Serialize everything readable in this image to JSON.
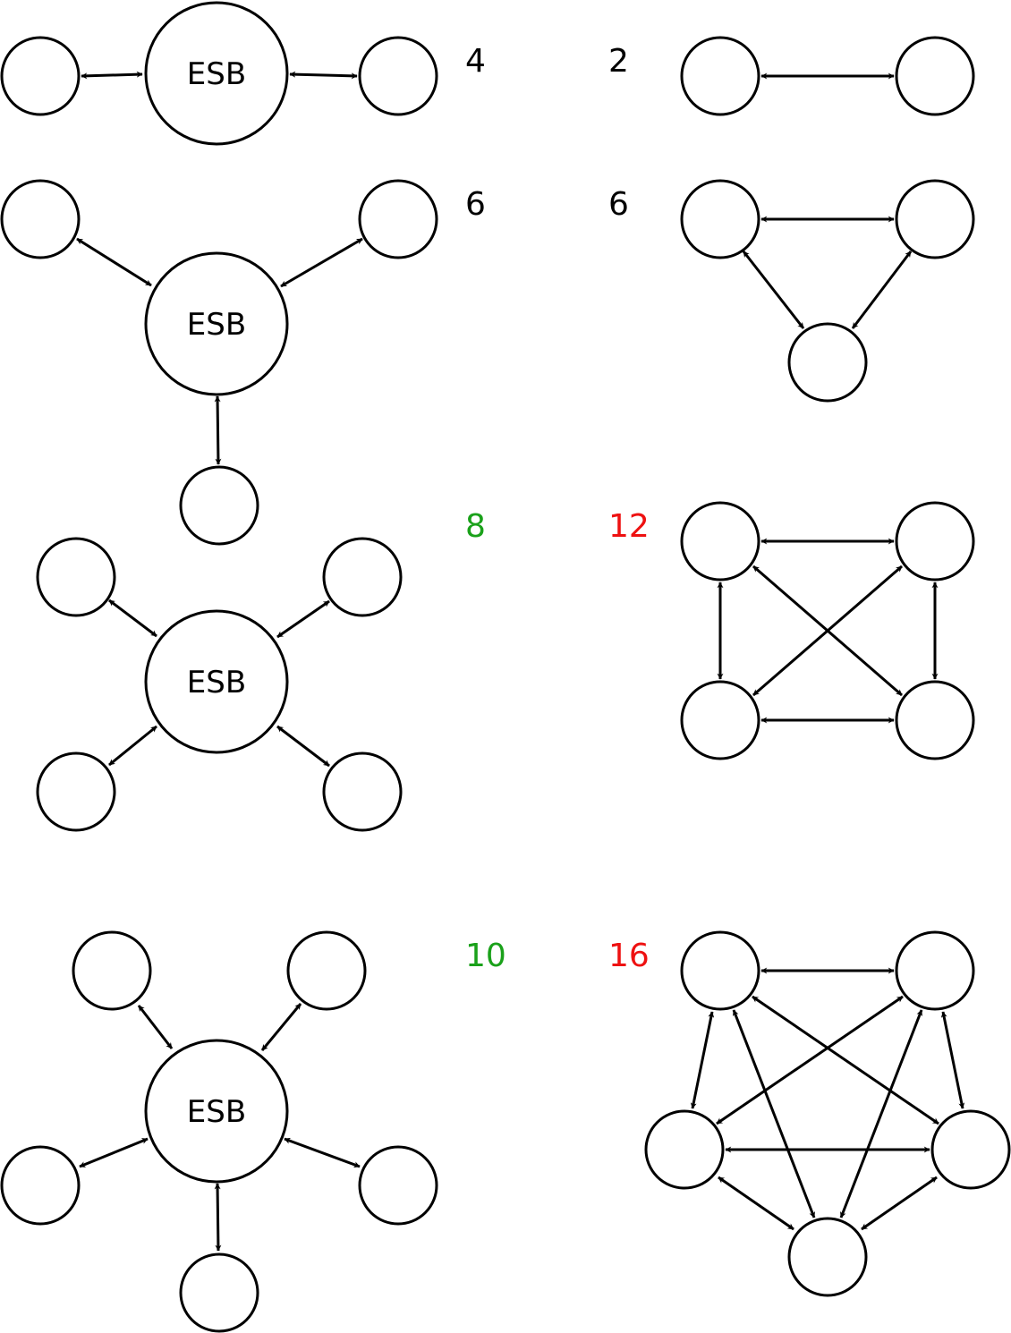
{
  "colors": {
    "neutral": "#000000",
    "good": "#1aa11a",
    "bad": "#ee1111"
  },
  "rows": [
    {
      "esb": {
        "hub_label": "ESB",
        "count": "4",
        "count_color": "neutral",
        "endpoints": 2
      },
      "p2p": {
        "count": "2",
        "count_color": "neutral",
        "nodes": 2
      }
    },
    {
      "esb": {
        "hub_label": "ESB",
        "count": "6",
        "count_color": "neutral",
        "endpoints": 3
      },
      "p2p": {
        "count": "6",
        "count_color": "neutral",
        "nodes": 3
      }
    },
    {
      "esb": {
        "hub_label": "ESB",
        "count": "8",
        "count_color": "good",
        "endpoints": 4
      },
      "p2p": {
        "count": "12",
        "count_color": "bad",
        "nodes": 4
      }
    },
    {
      "esb": {
        "hub_label": "ESB",
        "count": "10",
        "count_color": "good",
        "endpoints": 5
      },
      "p2p": {
        "count": "16",
        "count_color": "bad",
        "nodes": 5
      }
    }
  ]
}
